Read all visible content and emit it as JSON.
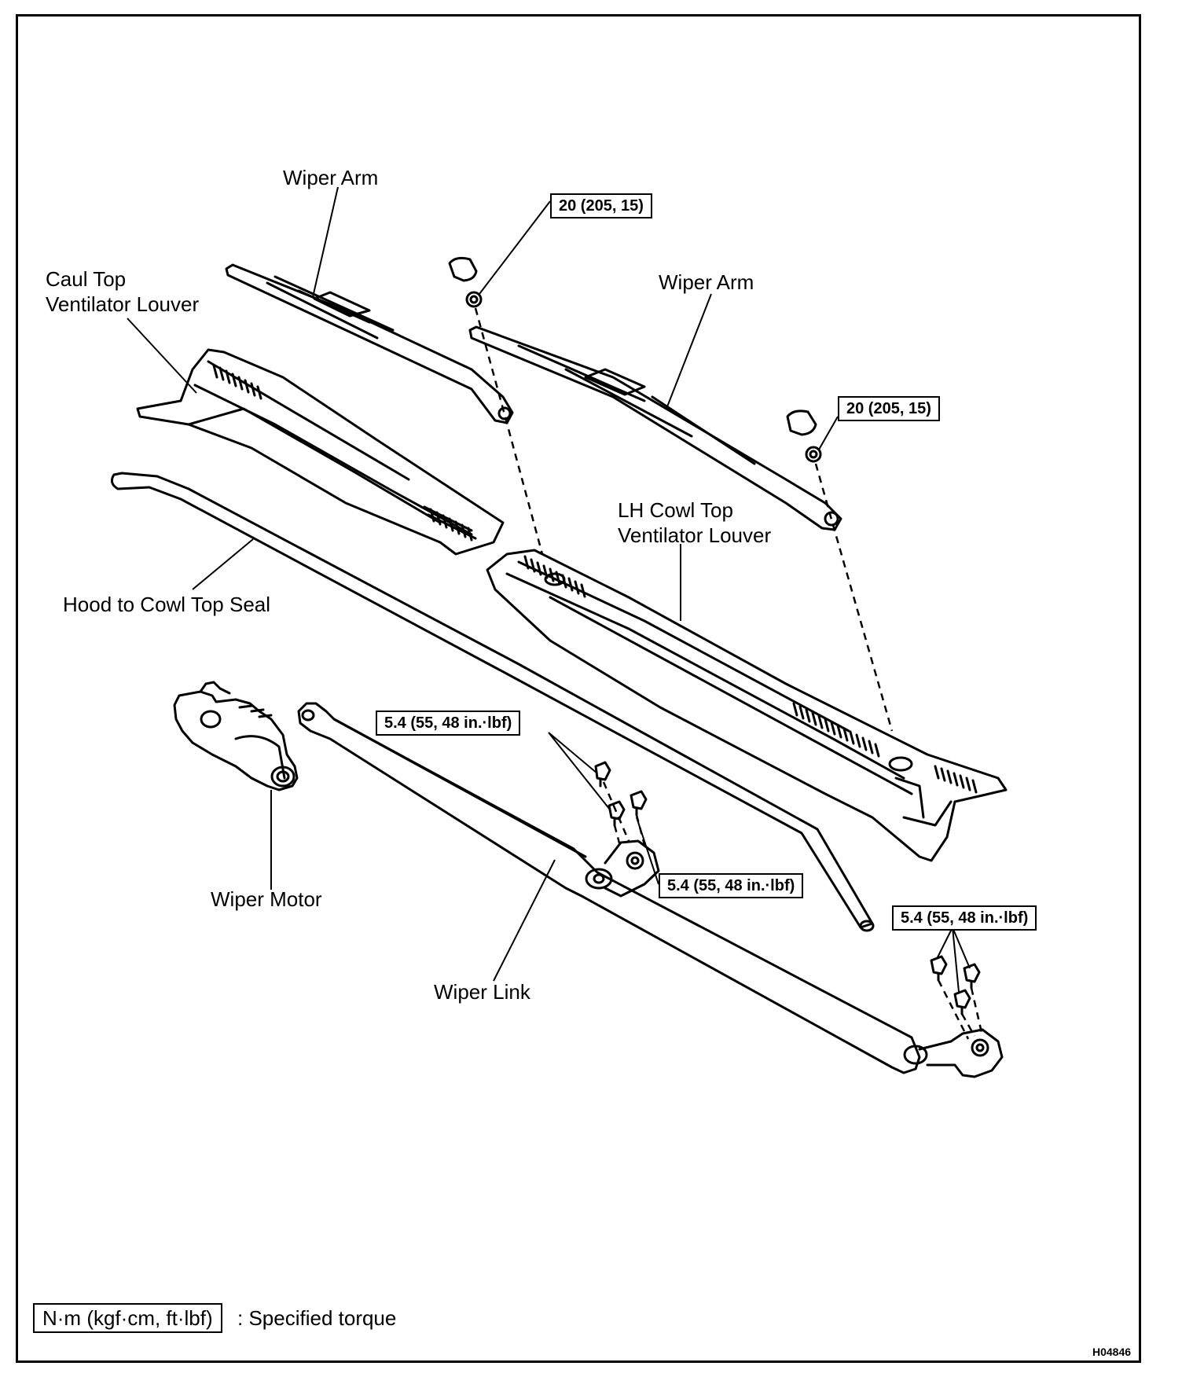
{
  "labels": {
    "wiper_arm_left": "Wiper Arm",
    "wiper_arm_right": "Wiper Arm",
    "caul_top_louver": [
      "Caul Top",
      "Ventilator Louver"
    ],
    "lh_cowl_louver": [
      "LH Cowl Top",
      "Ventilator Louver"
    ],
    "hood_seal": "Hood to Cowl Top Seal",
    "wiper_motor": "Wiper Motor",
    "wiper_link": "Wiper Link"
  },
  "torques": {
    "arm_nut_left": "20 (205, 15)",
    "arm_nut_right": "20 (205, 15)",
    "link_bolts_upper": "5.4 (55, 48 in.·lbf)",
    "link_bolts_middle": "5.4 (55, 48 in.·lbf)",
    "link_bolts_right": "5.4 (55, 48 in.·lbf)"
  },
  "legend": {
    "unit_box": "N·m (kgf·cm, ft·lbf)",
    "unit_text": ": Specified torque"
  },
  "figure_code": "H04846"
}
